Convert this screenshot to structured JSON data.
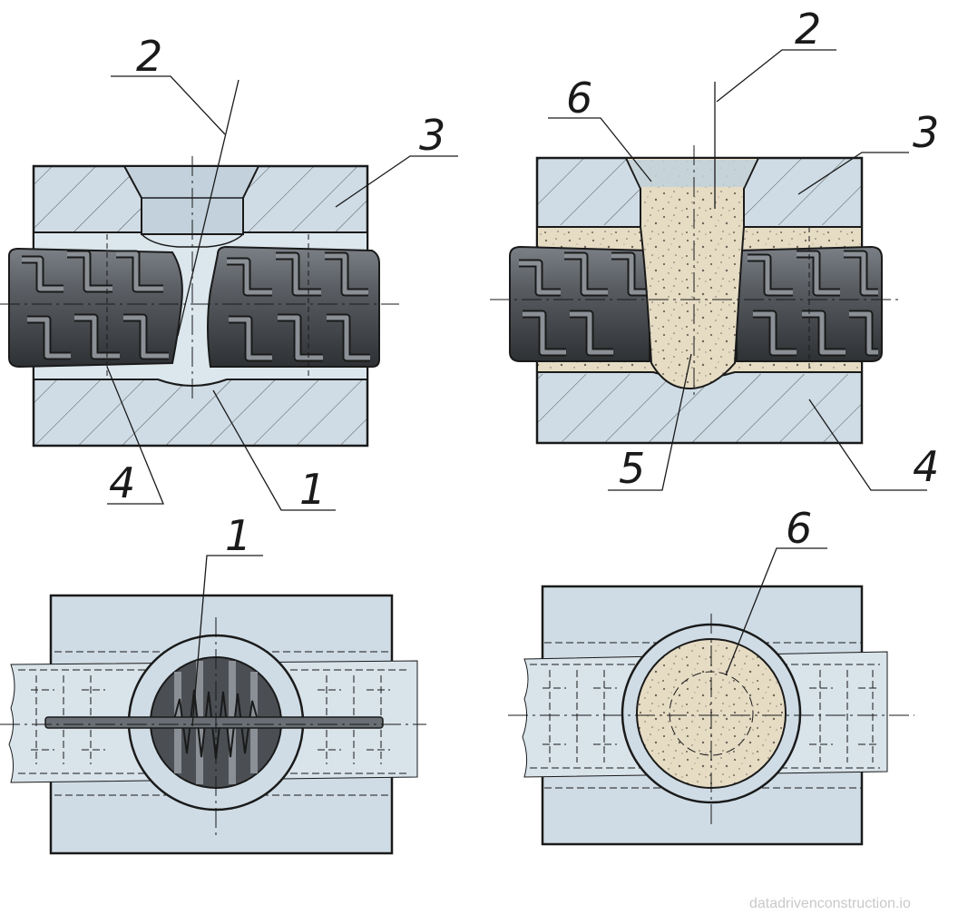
{
  "colors": {
    "block": "#cfdce5",
    "block_dark": "#b9cbd7",
    "rebar": "#52565b",
    "rebar_light": "#8b9096",
    "rebar_dark": "#2e3134",
    "mortar": "#e6dcc4",
    "mortar_speck": "#6b6458",
    "line": "#1a1a1a"
  },
  "views": {
    "top_left": {
      "labels": {
        "connector": "1",
        "hole": "2",
        "sleeve": "3",
        "rebar": "4"
      }
    },
    "top_right": {
      "labels": {
        "hole": "2",
        "sleeve": "3",
        "rebar": "4",
        "mortar": "5",
        "plug": "6"
      }
    },
    "bottom_left": {
      "labels": {
        "connector": "1"
      }
    },
    "bottom_right": {
      "labels": {
        "plug": "6"
      }
    }
  },
  "watermark": "datadrivenconstruction.io"
}
